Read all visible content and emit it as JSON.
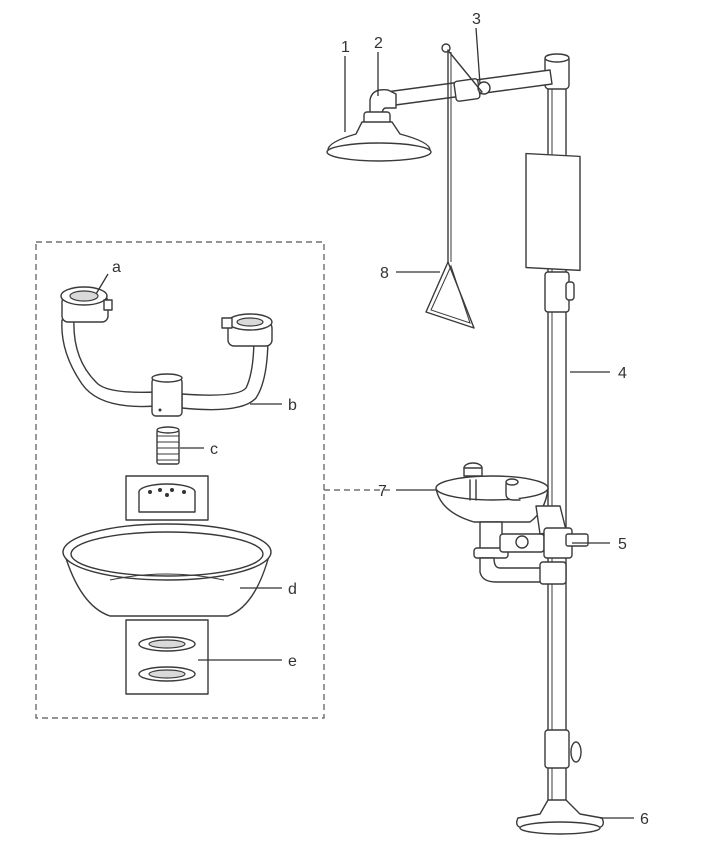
{
  "diagram": {
    "labels": {
      "shower_head": "1",
      "elbow": "2",
      "valve_joint": "3",
      "pipe": "4",
      "push_valve": "5",
      "base": "6",
      "eye_wash": "7",
      "pull_handle": "8",
      "nozzle": "a",
      "u_pipe": "b",
      "connector": "c",
      "bowl": "d",
      "gasket": "e"
    },
    "colors": {
      "line": "#333333",
      "fill": "#ffffff",
      "shade": "#d9d9d9"
    }
  }
}
